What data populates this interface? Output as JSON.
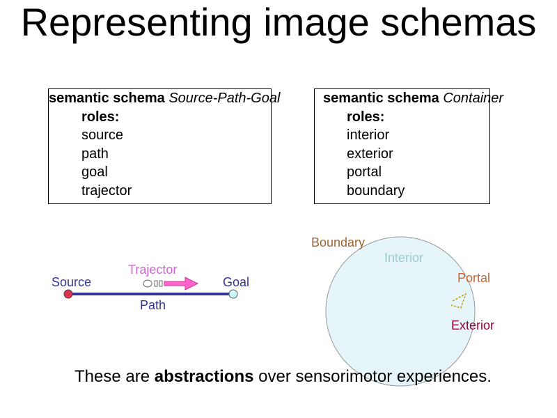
{
  "title": "Representing image schemas",
  "box_left": {
    "keyword": "semantic schema",
    "name": "Source-Path-Goal",
    "roles_label": "roles:",
    "roles": [
      "source",
      "path",
      "goal",
      "trajector"
    ]
  },
  "box_right": {
    "keyword": "semantic schema",
    "name": "Container",
    "roles_label": "roles:",
    "roles": [
      "interior",
      "exterior",
      "portal",
      "boundary"
    ]
  },
  "spg_diagram": {
    "source_label": "Source",
    "trajector_label": "Trajector",
    "goal_label": "Goal",
    "path_label": "Path",
    "colors": {
      "path_line": "#333399",
      "source_dot": "#e03050",
      "trajector_arrow": "#ff66cc",
      "trajector_label": "#cc66cc",
      "goal_dot": "#ccffff",
      "source_label": "#333399",
      "goal_label": "#333399",
      "path_label": "#333399"
    }
  },
  "container_diagram": {
    "boundary_label": "Boundary",
    "interior_label": "Interior",
    "portal_label": "Portal",
    "exterior_label": "Exterior",
    "colors": {
      "boundary_label": "#996633",
      "interior_label": "#99cccc",
      "portal_label": "#cc6633",
      "exterior_label": "#990033",
      "fill": "#e6f5fa",
      "stroke": "#999999"
    }
  },
  "footer": {
    "prefix": "These are ",
    "bold": "abstractions",
    "suffix": " over sensorimotor experiences."
  }
}
